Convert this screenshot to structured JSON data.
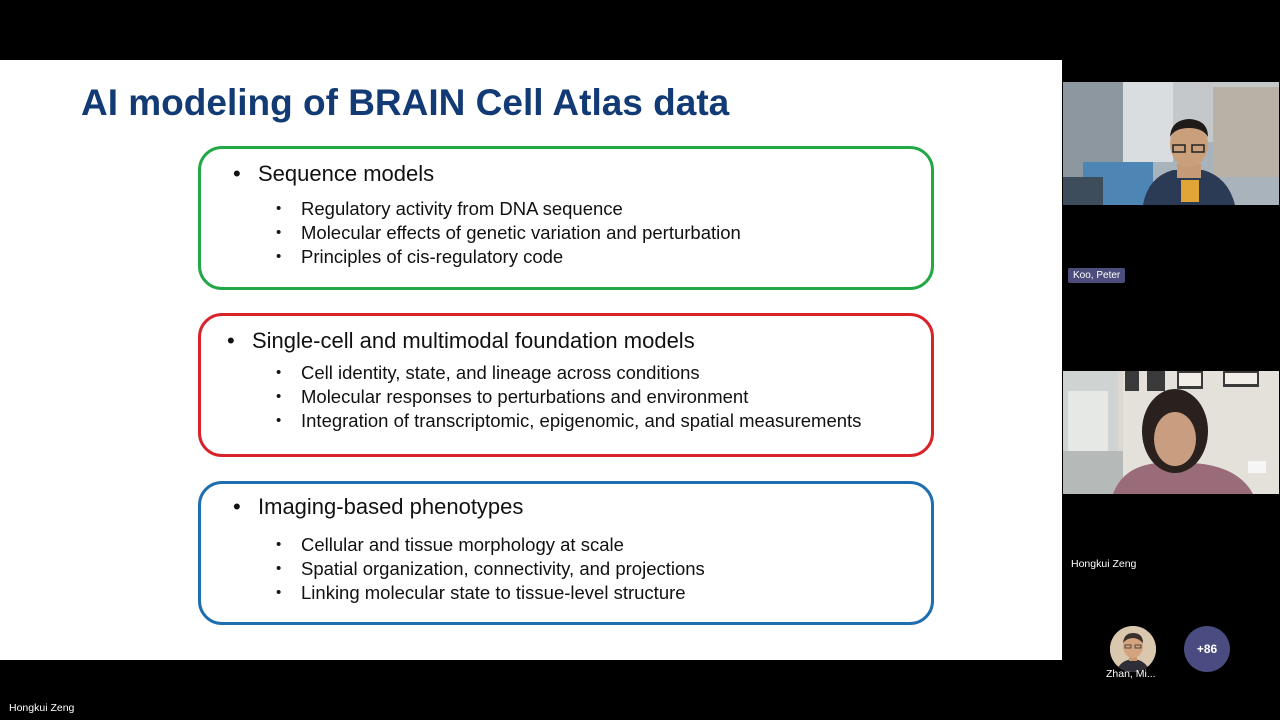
{
  "slide": {
    "title": "AI modeling of BRAIN Cell Atlas data",
    "boxes": [
      {
        "heading": "Sequence models",
        "items": [
          "Regulatory activity from DNA sequence",
          "Molecular effects of genetic variation and perturbation",
          "Principles of cis-regulatory code"
        ]
      },
      {
        "heading": "Single-cell and multimodal foundation models",
        "items": [
          "Cell identity, state, and lineage across conditions",
          "Molecular responses to perturbations and environment",
          "Integration of transcriptomic, epigenomic, and spatial measurements"
        ]
      },
      {
        "heading": "Imaging-based phenotypes",
        "items": [
          "Cellular and tissue morphology at scale",
          "Spatial organization, connectivity, and projections",
          "Linking molecular state to tissue-level structure"
        ]
      }
    ],
    "colors": {
      "title": "#123a74",
      "box1": "#22a846",
      "box2": "#d9232b",
      "box3": "#1f6eaf"
    }
  },
  "participants": {
    "tile1_name": "Koo, Peter",
    "tile2_name": "Hongkui Zeng",
    "avatar_name": "Zhan, Mi...",
    "more_count": "+86"
  },
  "speaker_label": "Hongkui Zeng"
}
